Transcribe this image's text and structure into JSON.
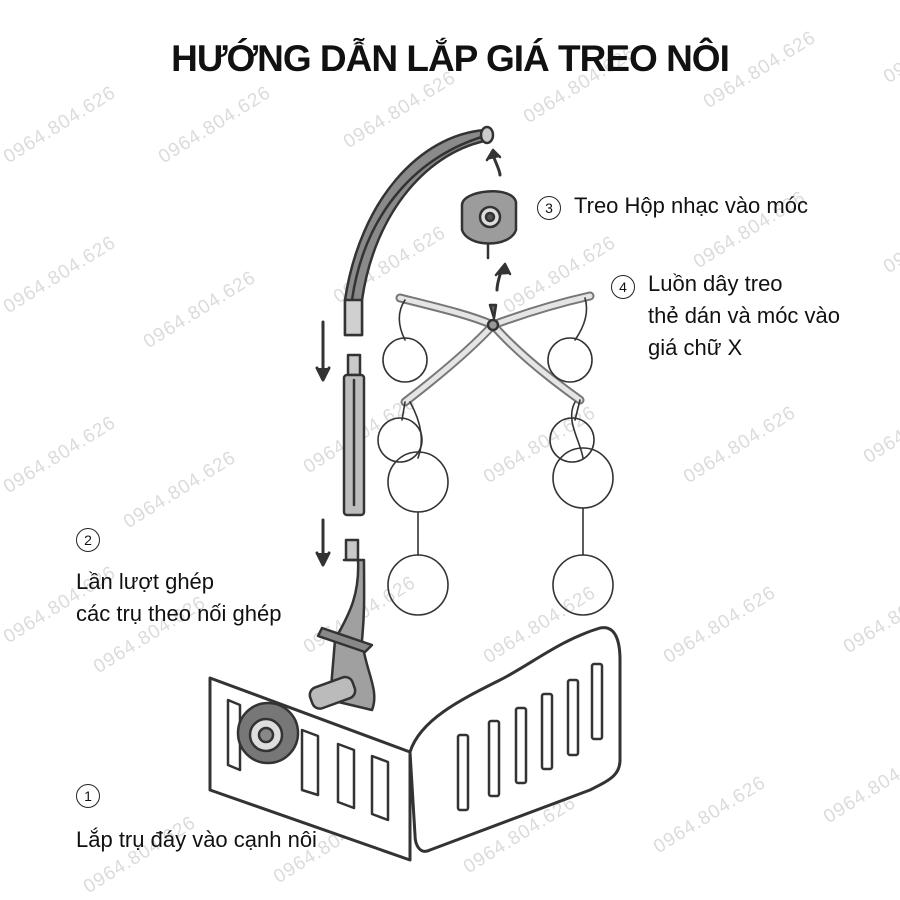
{
  "title": "HƯỚNG DẪN LẮP GIÁ TREO NÔI",
  "watermark": "0964.804.626",
  "steps": [
    {
      "number": "1",
      "lines": [
        "Lắp trụ đáy vào cạnh nôi"
      ]
    },
    {
      "number": "2",
      "lines": [
        "Lần lượt ghép",
        "các trụ theo nối ghép"
      ]
    },
    {
      "number": "3",
      "lines": [
        "Treo Hộp nhạc vào móc"
      ]
    },
    {
      "number": "4",
      "lines": [
        "Luồn dây treo",
        "thẻ dán và móc vào",
        "giá chữ X"
      ]
    }
  ]
}
